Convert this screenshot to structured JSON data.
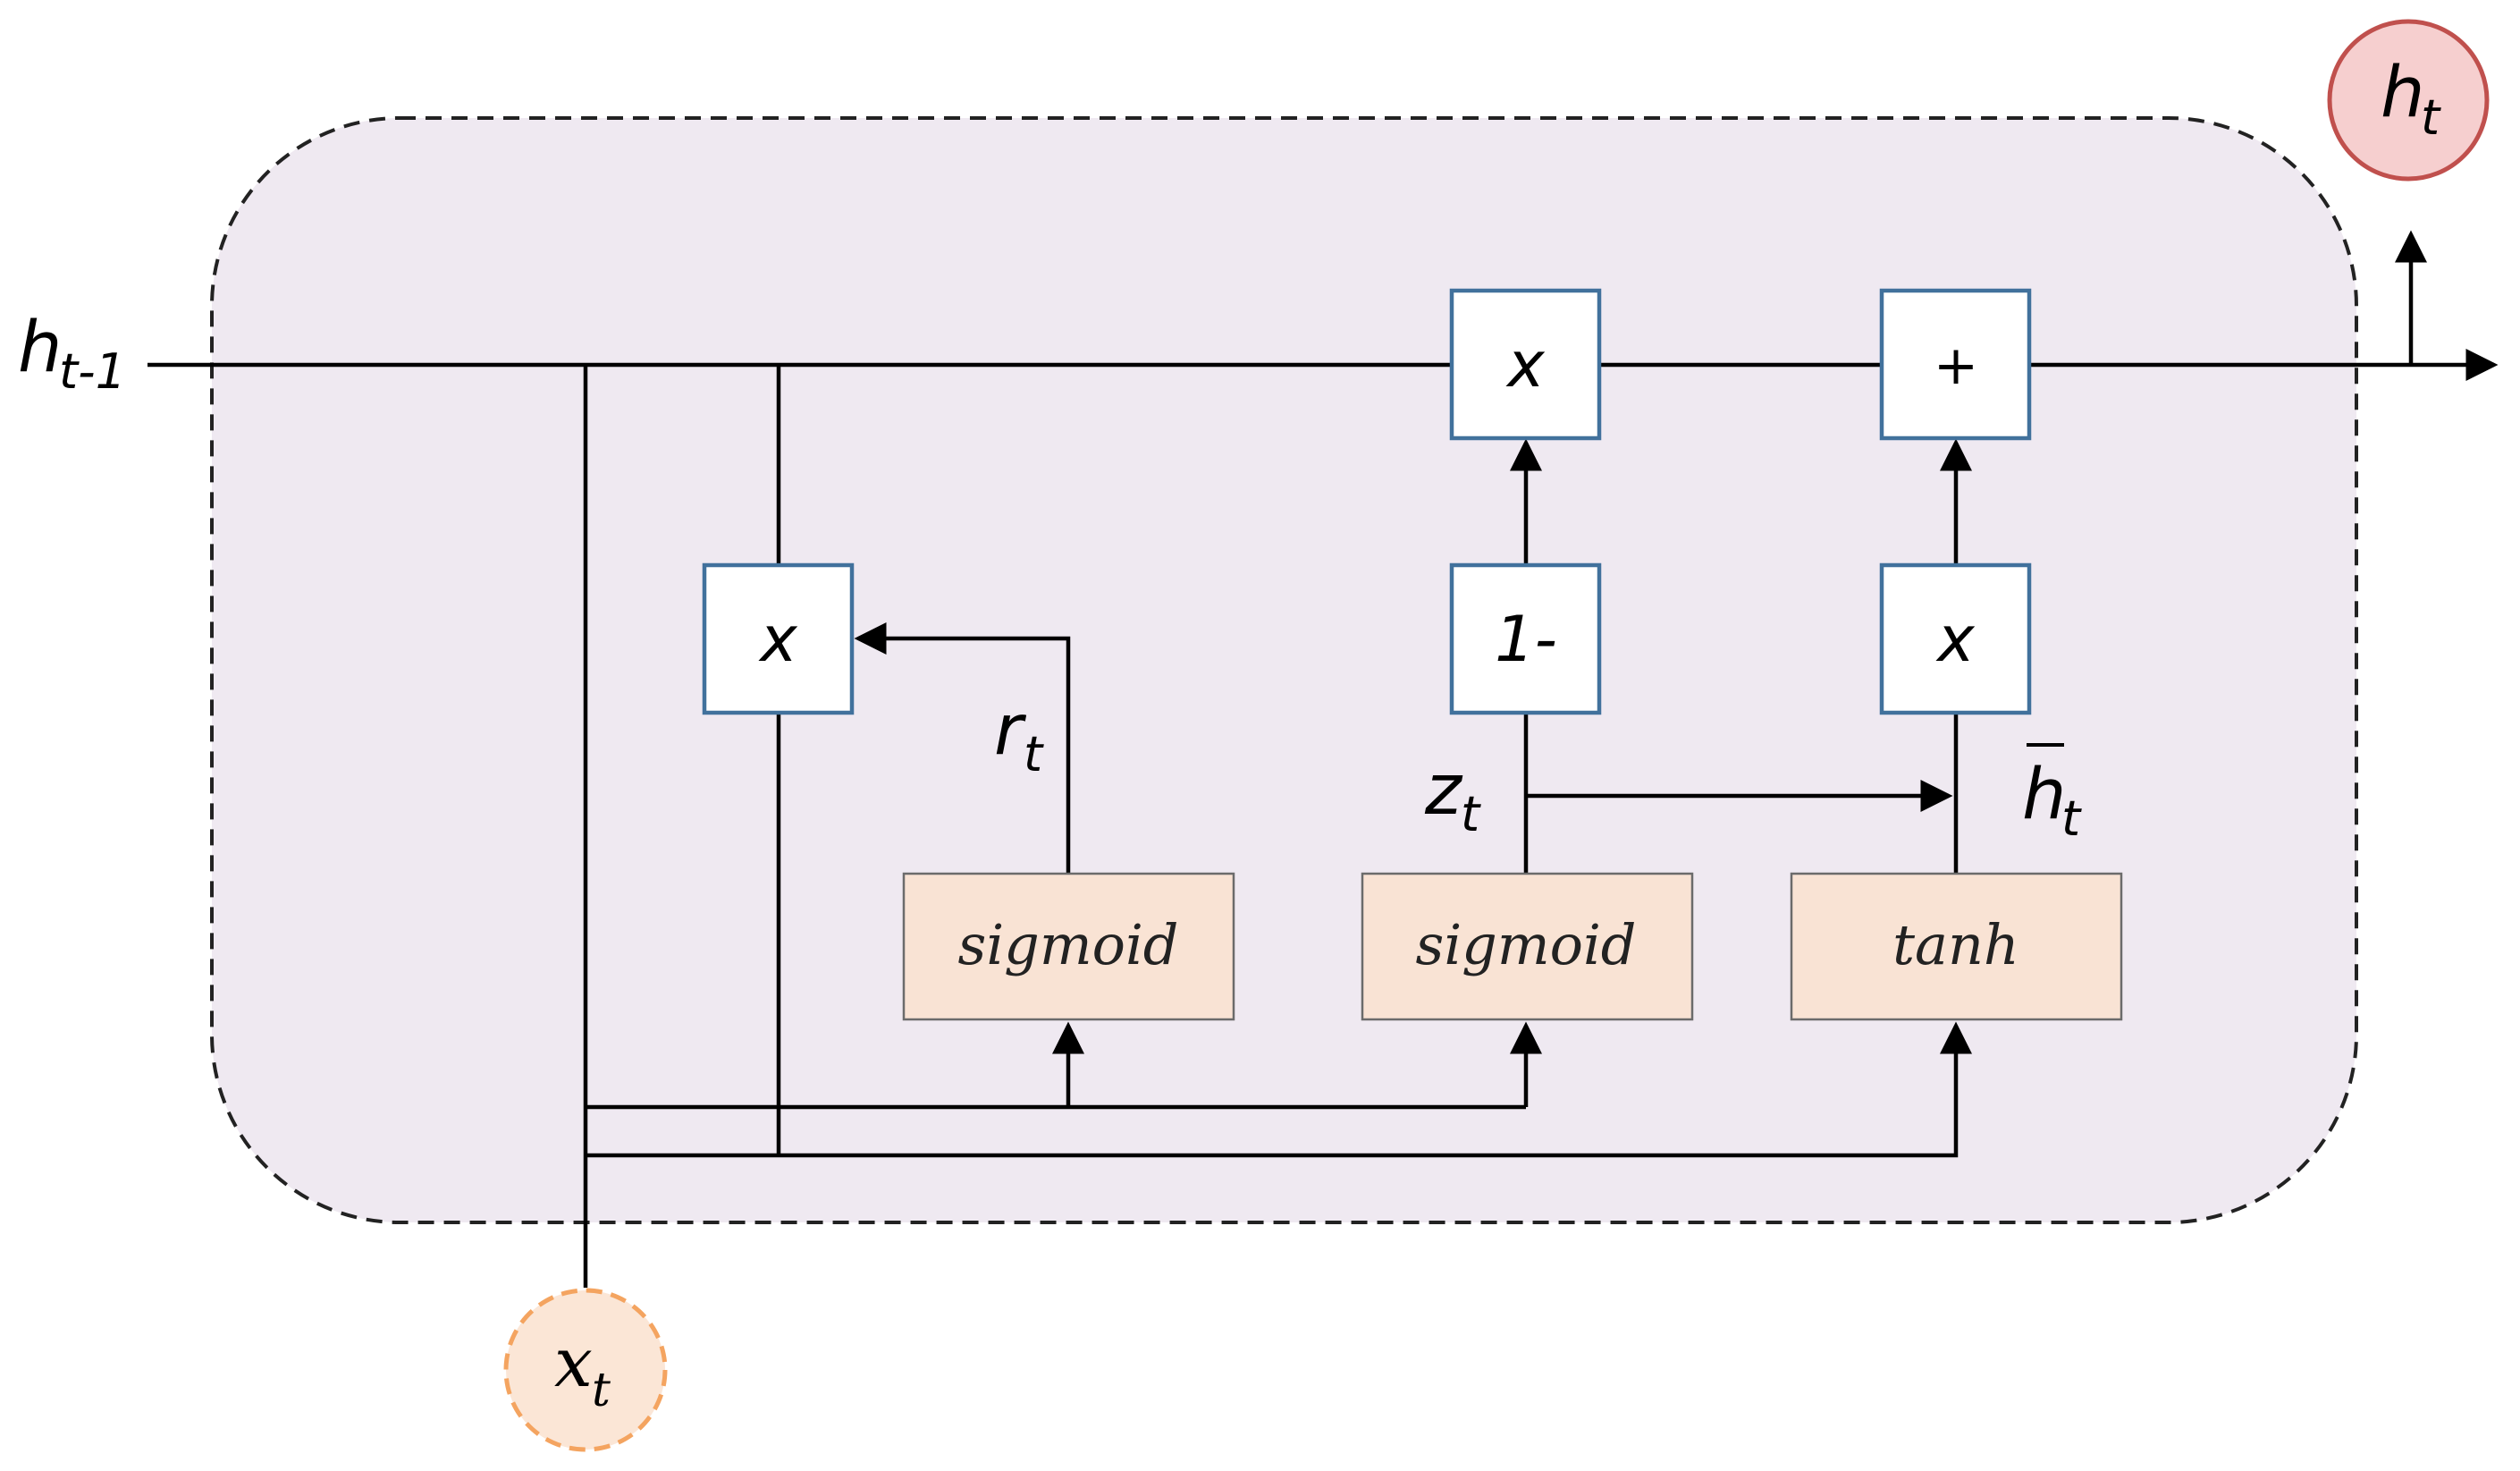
{
  "colors": {
    "cell_background": "#efe9f1",
    "operator_border": "#41719c",
    "activation_fill": "#f9e3d4",
    "output_node_fill": "#f6cfcf",
    "output_node_border": "#c0504d",
    "input_node_fill": "#fbe6d6",
    "input_node_border": "#f4a460"
  },
  "inputs": {
    "prev_hidden": {
      "base": "h",
      "sub": "t-1"
    },
    "input": {
      "base": "x",
      "sub": "t"
    }
  },
  "output": {
    "base": "h",
    "sub": "t"
  },
  "gates": {
    "reset": {
      "base": "r",
      "sub": "t"
    },
    "update": {
      "base": "z",
      "sub": "t"
    },
    "candidate": {
      "base": "h",
      "sub": "t",
      "overline": true
    }
  },
  "operators": {
    "reset_multiply": "x",
    "update_multiply": "x",
    "one_minus": "1-",
    "candidate_multiply": "x",
    "sum": "+"
  },
  "activations": {
    "reset": "sigmoid",
    "update": "sigmoid",
    "candidate": "tanh"
  },
  "icons": {
    "arrowheads": "arrow-icon"
  }
}
